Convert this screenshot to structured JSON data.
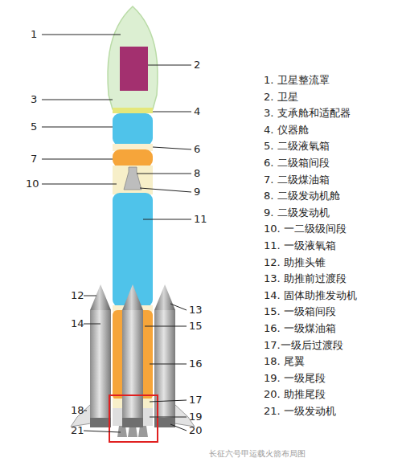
{
  "diagram": {
    "caption": "长征六号甲运载火箭布局图",
    "labels": [
      "1",
      "2",
      "3",
      "4",
      "5",
      "6",
      "7",
      "8",
      "9",
      "10",
      "11",
      "12",
      "13",
      "14",
      "15",
      "16",
      "17",
      "18",
      "19",
      "20",
      "21",
      "1. 卫星整流罩",
      "2. 卫星",
      "3. 支承舱和适配器",
      "4. 仪器舱",
      "5. 二级液氧箱",
      "6. 二级箱间段",
      "7. 二级煤油箱",
      "8. 二级发动机舱",
      "9. 二级发动机",
      "10. 一二级级间段",
      "11. 一级液氧箱",
      "12. 助推头锥",
      "13. 助推前过渡段",
      "14. 固体助推发动机",
      "15. 一级箱间段",
      "16. 一级煤油箱",
      "17.一级后过渡段",
      "18. 尾翼",
      "19. 一级尾段",
      "20. 助推尾段",
      "21. 一级发动机"
    ]
  }
}
